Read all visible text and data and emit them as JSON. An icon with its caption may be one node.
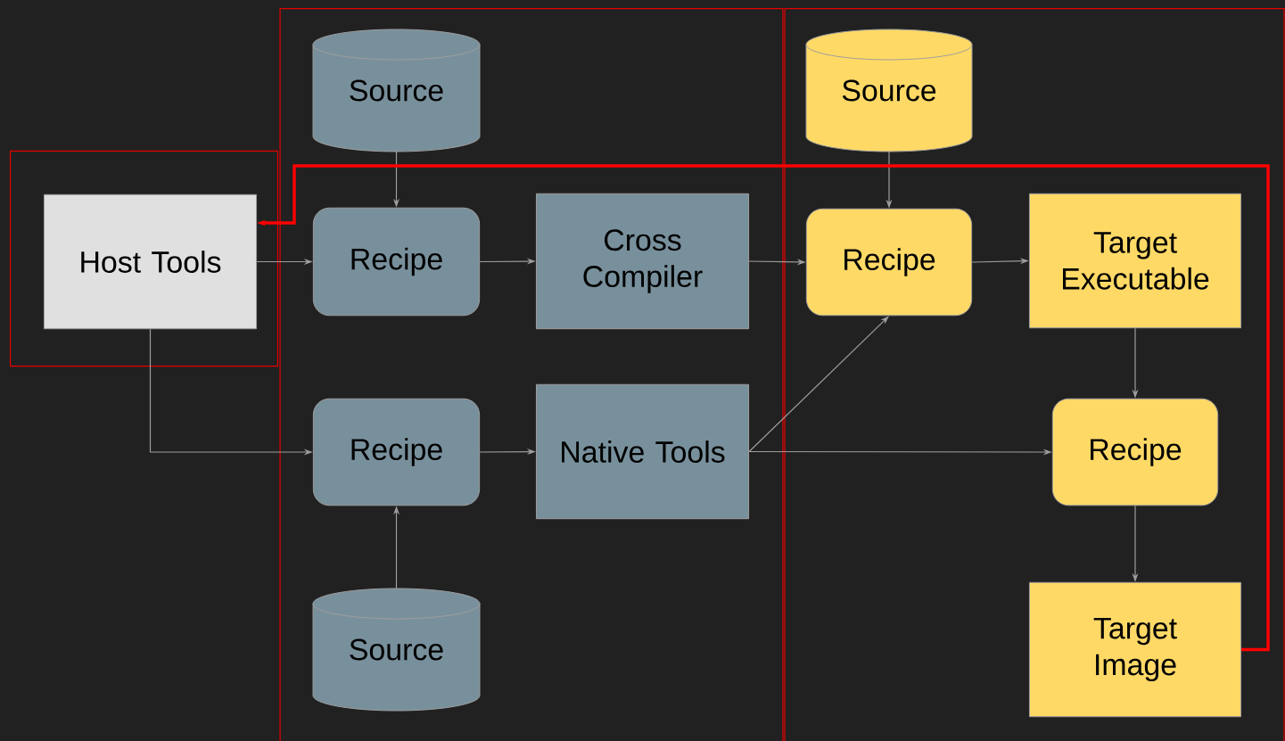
{
  "diagram": {
    "nodes": [
      {
        "text": [],
        "shape": "box"
      },
      {
        "text": [
          "Host Tools"
        ],
        "in": 0
      },
      {
        "text": [],
        "shape": "box"
      },
      {
        "text": [
          "Source"
        ],
        "in": 2
      },
      {
        "text": [
          "Recipe"
        ],
        "in": 2
      },
      {
        "text": [
          "Cross Compiler"
        ],
        "in": 2
      },
      {
        "text": [
          "Recipe"
        ],
        "in": 2
      },
      {
        "text": [
          "Native Tools"
        ],
        "in": 2
      },
      {
        "text": [
          "Source"
        ],
        "in": 2
      },
      {
        "text": [],
        "shape": "box"
      },
      {
        "text": [
          "Source"
        ],
        "in": 9
      },
      {
        "text": [
          "Recipe"
        ],
        "in": 9
      },
      {
        "text": [
          "Target Executable"
        ],
        "in": 9
      },
      {
        "text": [
          "Recipe"
        ],
        "in": 9
      },
      {
        "text": [
          "Target Image"
        ],
        "in": 9
      }
    ],
    "edges": [
      {
        "from": 3,
        "to": 4,
        "arrow": "to"
      },
      {
        "from": 1,
        "to": 4,
        "arrow": "to"
      },
      {
        "from": 4,
        "to": 5,
        "arrow": "to"
      },
      {
        "from": 5,
        "to": 11,
        "arrow": "to"
      },
      {
        "from": 10,
        "to": 11,
        "arrow": "to"
      },
      {
        "from": 11,
        "to": 12,
        "arrow": "to"
      },
      {
        "from": 1,
        "to": 6,
        "arrow": "to"
      },
      {
        "from": 8,
        "to": 6,
        "arrow": "to"
      },
      {
        "from": 6,
        "to": 7,
        "arrow": "to"
      },
      {
        "from": 7,
        "to": 11,
        "arrow": "to"
      },
      {
        "from": 7,
        "to": 13,
        "arrow": "to"
      },
      {
        "from": 12,
        "to": 13,
        "arrow": "to"
      },
      {
        "from": 13,
        "to": 14,
        "arrow": "to"
      },
      {
        "from": 14,
        "to": 1,
        "arrow": "to",
        "style": "thick",
        "color": "#ff0000"
      }
    ]
  }
}
